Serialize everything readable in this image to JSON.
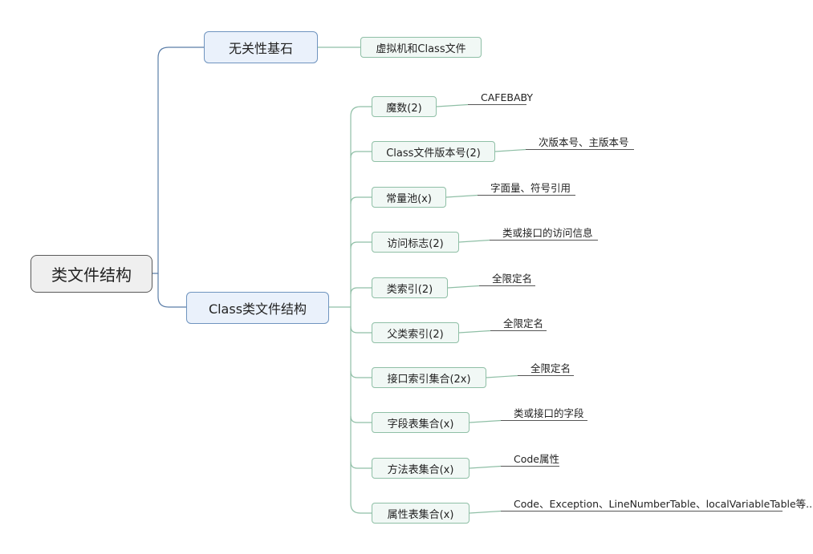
{
  "root": {
    "label": "类文件结构"
  },
  "branches": [
    {
      "label": "无关性基石",
      "children": [
        {
          "label": "虚拟机和Class文件"
        }
      ]
    },
    {
      "label": "Class类文件结构",
      "children": [
        {
          "label": "魔数(2)",
          "note": "CAFEBABY"
        },
        {
          "label": "Class文件版本号(2)",
          "note": "次版本号、主版本号"
        },
        {
          "label": "常量池(x)",
          "note": "字面量、符号引用"
        },
        {
          "label": "访问标志(2)",
          "note": "类或接口的访问信息"
        },
        {
          "label": "类索引(2)",
          "note": "全限定名"
        },
        {
          "label": "父类索引(2)",
          "note": "全限定名"
        },
        {
          "label": "接口索引集合(2x)",
          "note": "全限定名"
        },
        {
          "label": "字段表集合(x)",
          "note": "类或接口的字段"
        },
        {
          "label": "方法表集合(x)",
          "note": "Code属性"
        },
        {
          "label": "属性表集合(x)",
          "note": "Code、Exception、LineNumberTable、localVariableTable等..."
        }
      ]
    }
  ],
  "colors": {
    "root_line": "#5b7ea8",
    "branch_line": "#8fbfa6",
    "note_line": "#555555"
  }
}
